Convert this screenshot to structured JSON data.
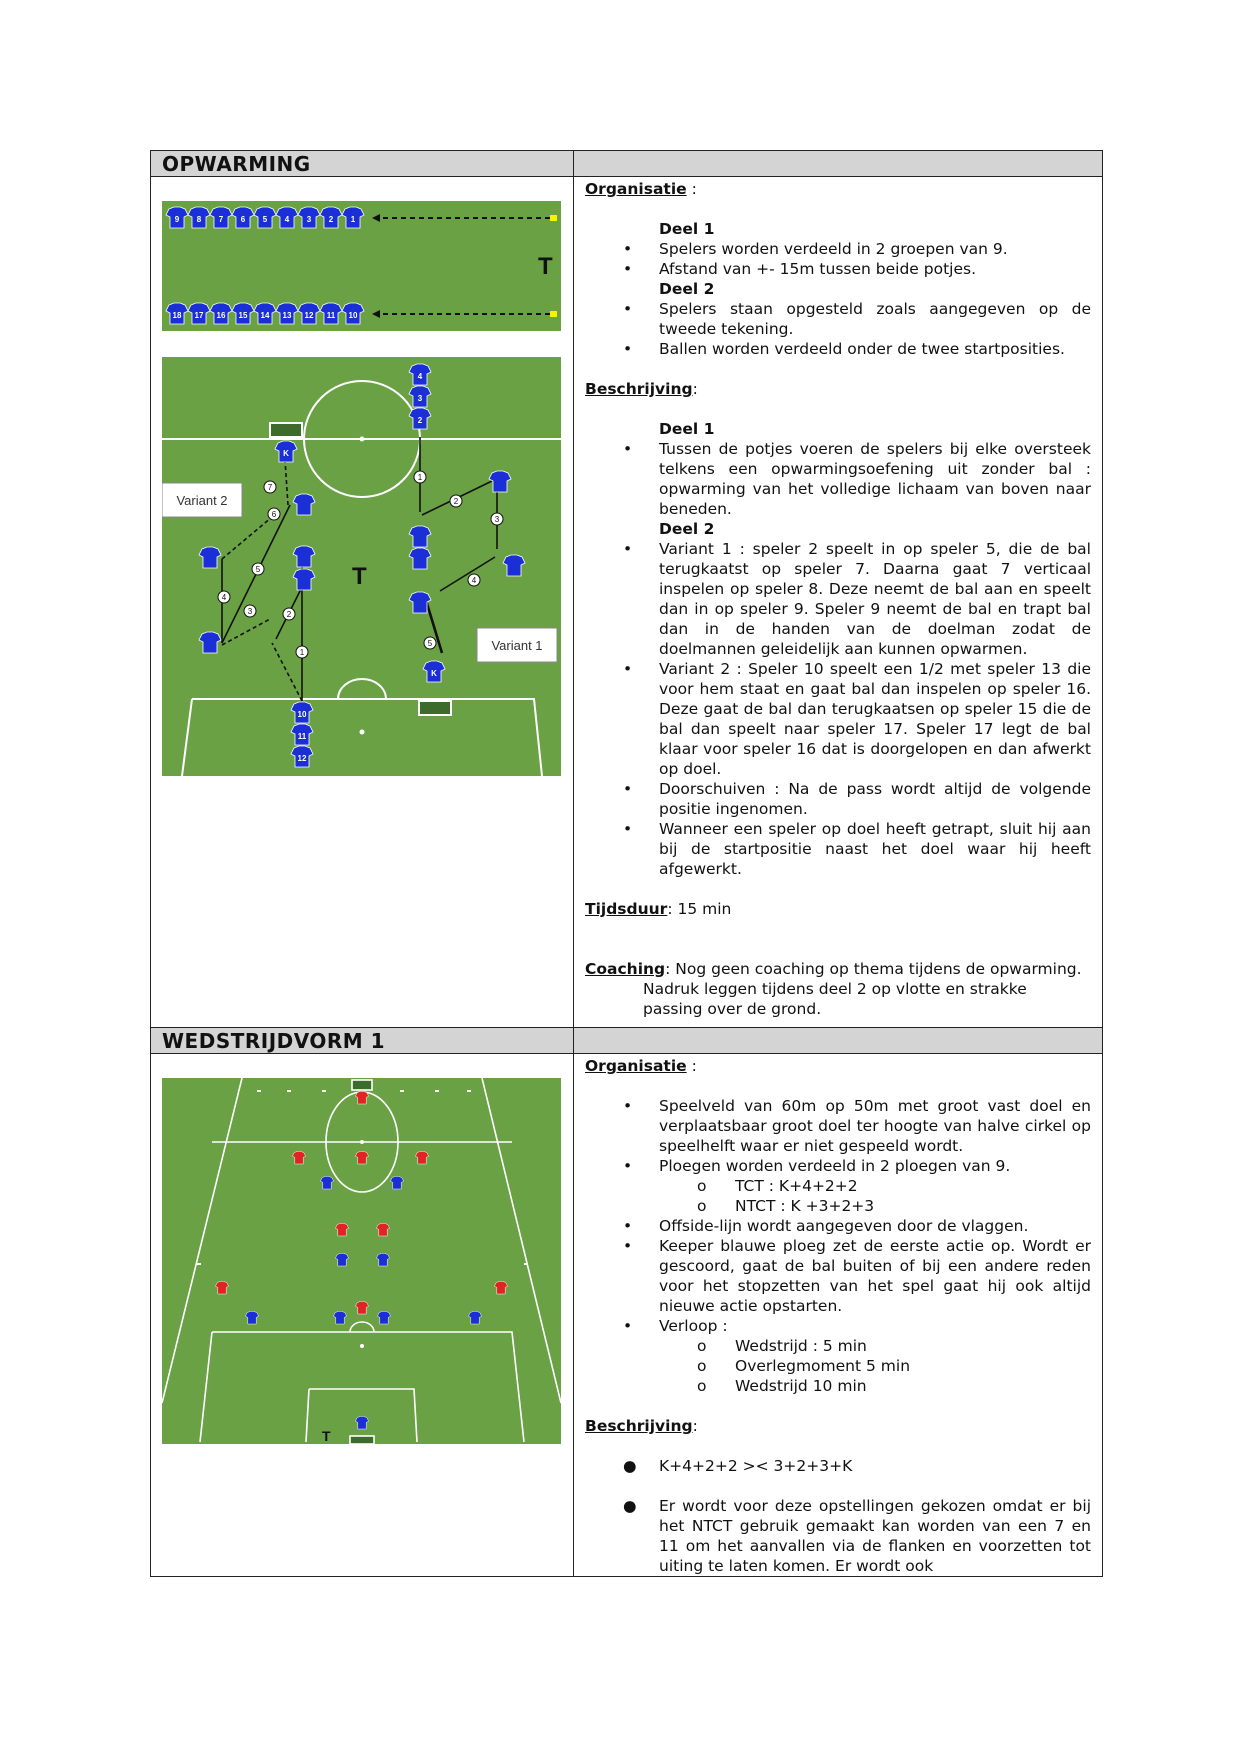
{
  "opwarming": {
    "title": "OPWARMING",
    "org_label": "Organisatie",
    "org_colon": " :",
    "deel1": "Deel 1",
    "org_d1": [
      "Spelers worden verdeeld in 2 groepen van 9.",
      "Afstand van +- 15m tussen beide potjes."
    ],
    "deel2": "Deel 2",
    "org_d2": [
      "Spelers staan opgesteld zoals aangegeven op de tweede tekening.",
      "Ballen worden verdeeld onder de twee startposities."
    ],
    "besch_label": "Beschrijving",
    "besch_d1": [
      "Tussen de potjes voeren de spelers bij elke oversteek telkens een opwarmingsoefening uit zonder bal : opwarming van het volledige lichaam van boven naar beneden."
    ],
    "besch_d2": [
      "Variant 1 : speler 2 speelt in op speler 5, die de bal terugkaatst op speler 7. Daarna gaat 7 verticaal inspelen op speler 8. Deze neemt de bal aan en speelt dan in op speler 9. Speler 9 neemt de bal en trapt bal dan in de handen van de doelman zodat de doelmannen geleidelijk aan kunnen opwarmen.",
      "Variant 2 : Speler 10 speelt een 1/2 met speler 13 die voor hem staat en gaat bal dan inspelen op speler 16. Deze gaat de bal dan terugkaatsen op speler 15 die de bal dan speelt naar speler 17. Speler 17 legt de bal klaar voor speler 16 dat is doorgelopen en dan afwerkt op doel.",
      "Doorschuiven : Na de pass wordt altijd de volgende positie ingenomen.",
      "Wanneer een speler op doel heeft getrapt, sluit hij aan bij de startpositie naast het doel waar hij heeft afgewerkt."
    ],
    "tijd_label": "Tijdsduur",
    "tijd_value": ": 15 min",
    "coach_label": "Coaching",
    "coach_value": ": Nog geen coaching op thema tijdens de opwarming. Nadruk leggen tijdens deel 2 op vlotte en strakke passing over de grond.",
    "fig1": {
      "top_row": [
        "9",
        "8",
        "7",
        "6",
        "5",
        "4",
        "3",
        "2",
        "1"
      ],
      "bottom_row": [
        "18",
        "17",
        "16",
        "15",
        "14",
        "13",
        "12",
        "11",
        "10"
      ],
      "t": "T"
    },
    "fig2": {
      "variant2": "Variant 2",
      "variant1": "Variant 1",
      "t": "T",
      "k": "K",
      "players_right_col": [
        "4",
        "3",
        "2"
      ],
      "players_bottom_col": [
        "10",
        "11",
        "12"
      ]
    }
  },
  "wedstrijd": {
    "title": "WEDSTRIJDVORM 1",
    "org_label": "Organisatie",
    "org_colon": " :",
    "org_items": [
      "Speelveld van 60m op 50m met groot vast doel en verplaatsbaar groot doel ter hoogte van halve cirkel op speelhelft waar er niet gespeeld wordt.",
      "Ploegen worden verdeeld in 2 ploegen van 9."
    ],
    "org_sub1": [
      "TCT : K+4+2+2",
      "NTCT : K +3+2+3"
    ],
    "org_items2": [
      "Offside-lijn wordt aangegeven door de vlaggen.",
      "Keeper blauwe ploeg zet de eerste actie op. Wordt er gescoord, gaat de bal buiten of bij een andere reden voor het stopzetten van het spel gaat hij ook altijd nieuwe actie opstarten.",
      "Verloop :"
    ],
    "org_sub2": [
      "Wedstrijd : 5 min",
      "Overlegmoment 5 min",
      "Wedstrijd 10 min"
    ],
    "besch_label": "Beschrijving",
    "besch_items": [
      "K+4+2+2 >< 3+2+3+K",
      "Er wordt voor deze opstellingen gekozen omdat er bij het NTCT gebruik gemaakt kan worden van een 7 en 11 om het aanvallen via de flanken en voorzetten tot uiting te laten komen. Er wordt ook"
    ],
    "fig": {
      "t": "T"
    }
  },
  "colors": {
    "pitch": "#6aa145",
    "blue": "#1b2fd6",
    "red": "#e02424",
    "header": "#d4d4d4"
  }
}
